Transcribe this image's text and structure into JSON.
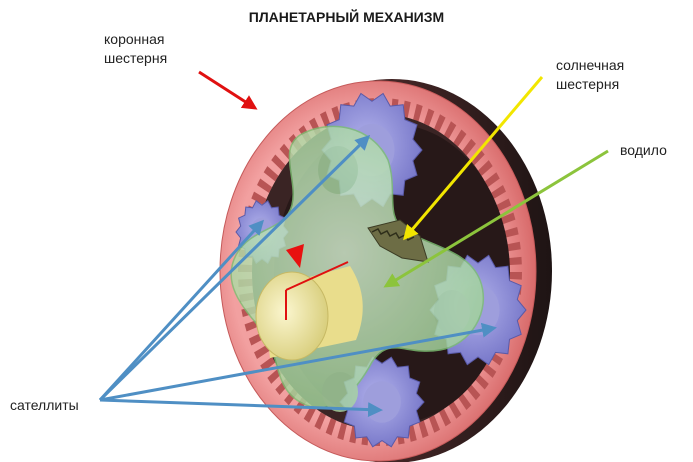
{
  "title": "ПЛАНЕТАРНЫЙ МЕХАНИЗМ",
  "labels": {
    "ring_line1": "коронная",
    "ring_line2": "шестерня",
    "sun_line1": "солнечная",
    "sun_line2": "шестерня",
    "carrier": "водило",
    "planets": "сателлиты"
  },
  "colors": {
    "ring_arrow": "#e01010",
    "sun_arrow": "#f2e600",
    "carrier_arrow": "#8cc43c",
    "planet_arrows": "#4f8fc4",
    "ring_gear": "#e98686",
    "planet_gear": "#8f8fd8",
    "carrier_body": "#b8e2b0",
    "shaft": "#efe7a4"
  },
  "gear_teeth": {
    "ring": 72,
    "planet": 14
  }
}
